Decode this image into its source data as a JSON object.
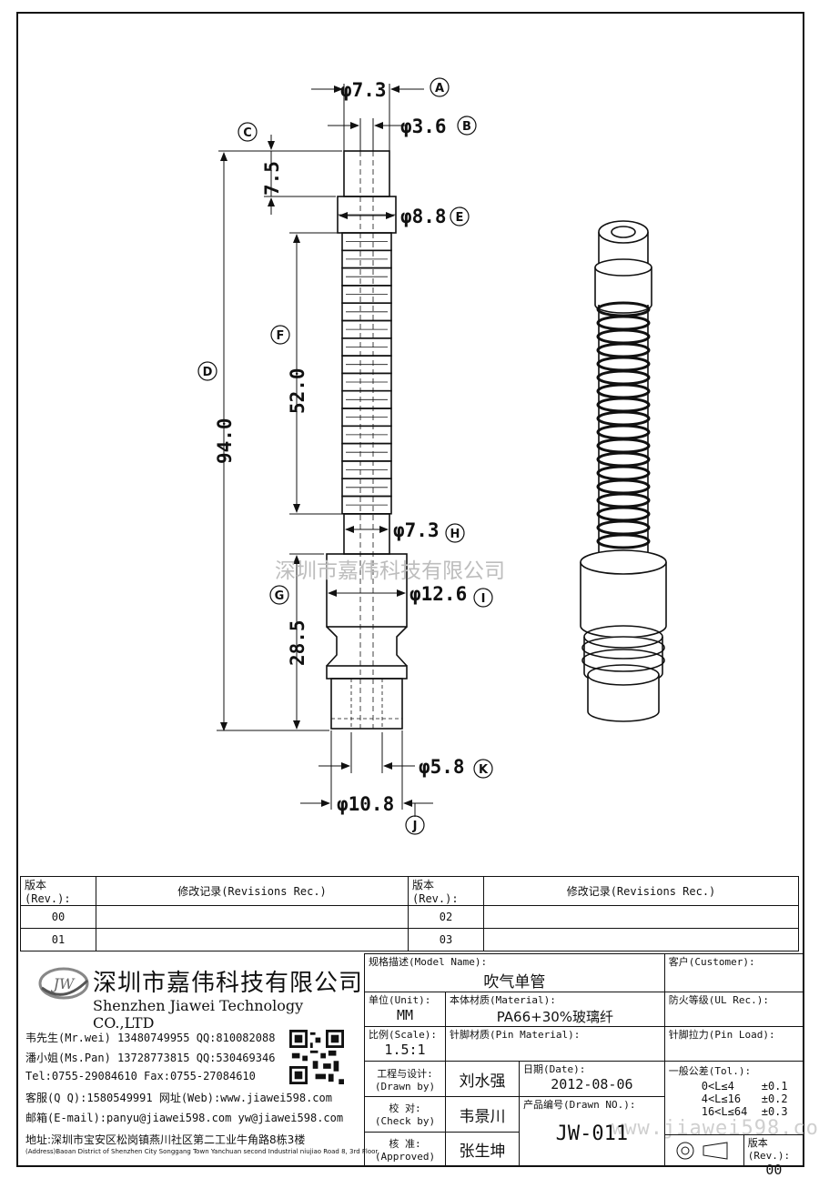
{
  "dimensions": {
    "A": {
      "letter": "A",
      "text": "φ7.3"
    },
    "B": {
      "letter": "B",
      "text": "φ3.6"
    },
    "C": {
      "letter": "C",
      "text": "7.5"
    },
    "D": {
      "letter": "D",
      "text": "94.0"
    },
    "E": {
      "letter": "E",
      "text": "φ8.8"
    },
    "F": {
      "letter": "F",
      "text": "52.0"
    },
    "G": {
      "letter": "G",
      "text": "28.5"
    },
    "H": {
      "letter": "H",
      "text": "φ7.3"
    },
    "I": {
      "letter": "I",
      "text": "φ12.6"
    },
    "J": {
      "letter": "J",
      "text": "φ10.8"
    },
    "K": {
      "letter": "K",
      "text": "φ5.8"
    }
  },
  "watermark": "深圳市嘉伟科技有限公司",
  "watermark_url": "www.jiawei598.com",
  "revisions": {
    "header_rev": "版本(Rev.):",
    "header_rec": "修改记录(Revisions Rec.)",
    "rows": [
      [
        "00",
        "",
        "02",
        ""
      ],
      [
        "01",
        "",
        "03",
        ""
      ]
    ]
  },
  "company": {
    "logo_text": "JW",
    "name_cn": "深圳市嘉伟科技有限公司",
    "name_en": "Shenzhen Jiawei Technology CO.,LTD",
    "contacts": [
      "韦先生(Mr.wei) 13480749955 QQ:810082088",
      "潘小姐(Ms.Pan) 13728773815 QQ:530469346",
      "Tel:0755-29084610     Fax:0755-27084610",
      "客服(Q Q):1580549991   网址(Web):www.jiawei598.com",
      "邮箱(E-mail):panyu@jiawei598.com  yw@jiawei598.com"
    ],
    "address_cn": "地址:深圳市宝安区松岗镇燕川社区第二工业牛角路8栋3楼",
    "address_en": "(Address)Baoan District of Shenzhen City Songgang Town Yanchuan  second Industrial niujiao Road 8, 3rd Floor"
  },
  "title_block": {
    "model_label": "规格描述(Model Name):",
    "model_value": "吹气单管",
    "customer_label": "客户(Customer):",
    "unit_label": "单位(Unit):",
    "unit_value": "MM",
    "material_label": "本体材质(Material):",
    "material_value": "PA66+30%玻璃纤",
    "ul_label": "防火等级(UL Rec.):",
    "scale_label": "比例(Scale):",
    "scale_value": "1.5:1",
    "pin_material_label": "针脚材质(Pin Material):",
    "pin_load_label": "针脚拉力(Pin Load):",
    "drawn_label": "工程与设计:",
    "drawn_label_en": "(Drawn by)",
    "drawn_value": "刘水强",
    "date_label": "日期(Date):",
    "date_value": "2012-08-06",
    "check_label": "校  对:",
    "check_label_en": "(Check by)",
    "check_value": "韦景川",
    "drawn_no_label": "产品编号(Drawn NO.):",
    "drawn_no_value": "JW-011",
    "approved_label": "核  准:",
    "approved_label_en": "(Approved)",
    "approved_value": "张生坤",
    "tol_label": "一般公差(Tol.):",
    "tol_rows": [
      [
        "0<L≤4",
        "±0.1"
      ],
      [
        "4<L≤16",
        "±0.2"
      ],
      [
        "16<L≤64",
        "±0.3"
      ]
    ],
    "rev_label": "版本(Rev.):",
    "rev_value": "00"
  }
}
